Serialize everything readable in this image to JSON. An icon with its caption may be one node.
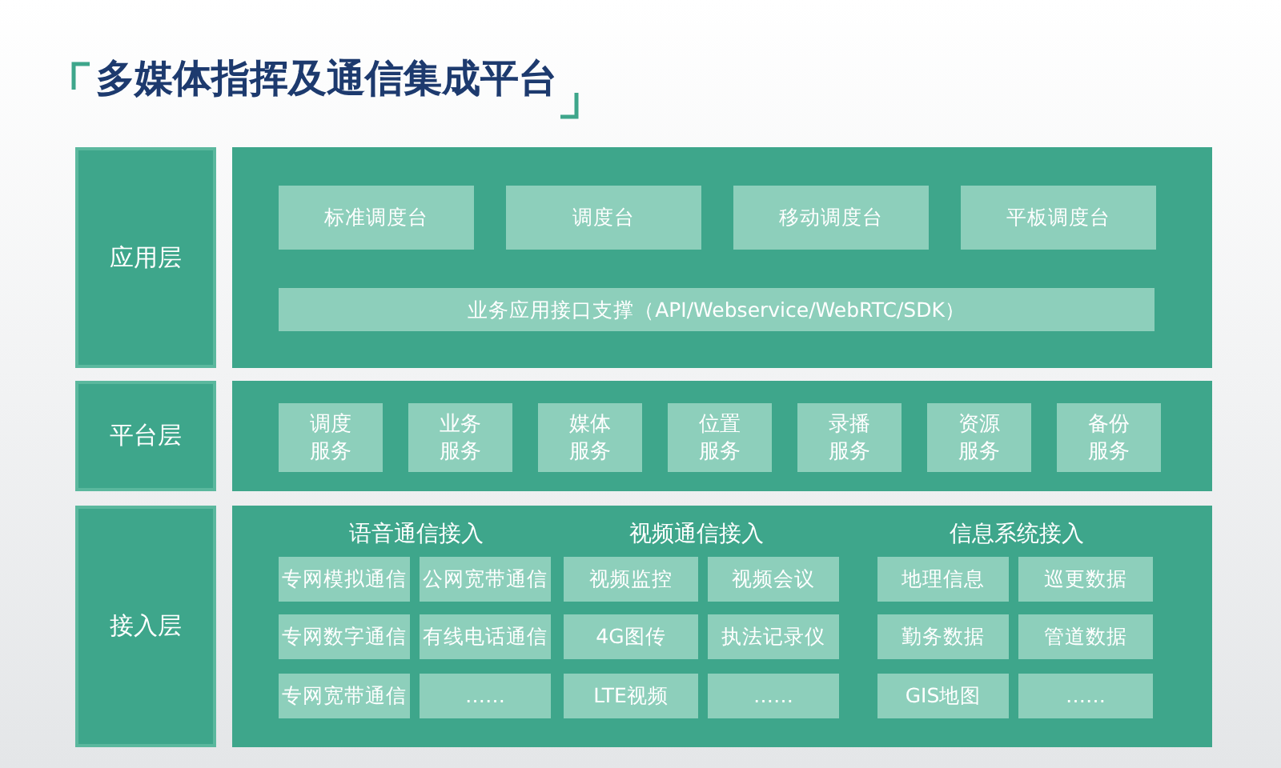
{
  "diagram": {
    "title": "多媒体指挥及通信集成平台",
    "nodes": [
      {
        "text": [
          "应用层"
        ]
      },
      {
        "text": [],
        "shape": "box"
      },
      {
        "text": [
          "标准调度台"
        ],
        "in": 1
      },
      {
        "text": [
          "调度台"
        ],
        "in": 1
      },
      {
        "text": [
          "移动调度台"
        ],
        "in": 1
      },
      {
        "text": [
          "平板调度台"
        ],
        "in": 1
      },
      {
        "text": [
          "业务应用接口支撑（API/Webservice/WebRTC/SDK）"
        ],
        "in": 1
      },
      {
        "text": [
          "平台层"
        ]
      },
      {
        "text": [],
        "shape": "box"
      },
      {
        "text": [
          "调度服务"
        ],
        "in": 8
      },
      {
        "text": [
          "业务服务"
        ],
        "in": 8
      },
      {
        "text": [
          "媒体服务"
        ],
        "in": 8
      },
      {
        "text": [
          "位置服务"
        ],
        "in": 8
      },
      {
        "text": [
          "录播服务"
        ],
        "in": 8
      },
      {
        "text": [
          "资源服务"
        ],
        "in": 8
      },
      {
        "text": [
          "备份服务"
        ],
        "in": 8
      },
      {
        "text": [
          "接入层"
        ]
      },
      {
        "text": [],
        "shape": "box"
      },
      {
        "text": [
          "专网模拟通信"
        ],
        "in": 17
      },
      {
        "text": [
          "公网宽带通信"
        ],
        "in": 17
      },
      {
        "text": [
          "视频监控"
        ],
        "in": 17
      },
      {
        "text": [
          "视频会议"
        ],
        "in": 17
      },
      {
        "text": [
          "地理信息"
        ],
        "in": 17
      },
      {
        "text": [
          "巡更数据"
        ],
        "in": 17
      },
      {
        "text": [
          "专网数字通信"
        ],
        "in": 17
      },
      {
        "text": [
          "有线电话通信"
        ],
        "in": 17
      },
      {
        "text": [
          "4G图传"
        ],
        "in": 17
      },
      {
        "text": [
          "执法记录仪"
        ],
        "in": 17
      },
      {
        "text": [
          "勤务数据"
        ],
        "in": 17
      },
      {
        "text": [
          "管道数据"
        ],
        "in": 17
      },
      {
        "text": [
          "专网宽带通信"
        ],
        "in": 17
      },
      {
        "text": [
          "……"
        ],
        "in": 17
      },
      {
        "text": [
          "LTE视频"
        ],
        "in": 17
      },
      {
        "text": [
          "……"
        ],
        "in": 17
      },
      {
        "text": [
          "GIS地图"
        ],
        "in": 17
      },
      {
        "text": [
          "……"
        ],
        "in": 17
      }
    ],
    "labels": [
      "语音通信接入",
      "视频通信接入",
      "信息系统接入"
    ]
  }
}
